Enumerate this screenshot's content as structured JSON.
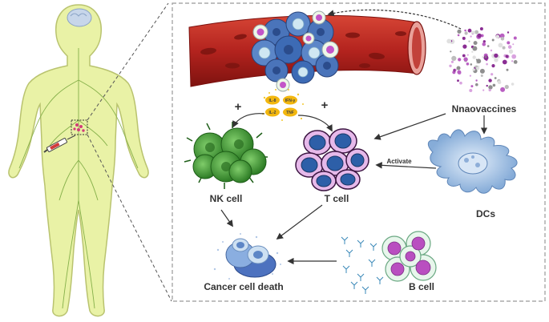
{
  "labels": {
    "nanovaccines": "Nnaovaccines",
    "nk_cell": "NK cell",
    "t_cell": "T cell",
    "dcs": "DCs",
    "b_cell": "B cell",
    "cancer_cell_death": "Cancer  cell death",
    "activate": "Activate",
    "plus_left": "+",
    "plus_right": "+"
  },
  "cytokines": [
    "IL-8",
    "IFN-γ",
    "IL-2",
    "TNF"
  ],
  "colors": {
    "body": "#e9f2a6",
    "vessel": "#b3231e",
    "nk": "#3f9a34",
    "t_cell": "#9a3ca5",
    "dc": "#8fb4dc",
    "b_cell": "#b94fc0",
    "tumor": "#3d6bb5",
    "frame": "#999999"
  }
}
